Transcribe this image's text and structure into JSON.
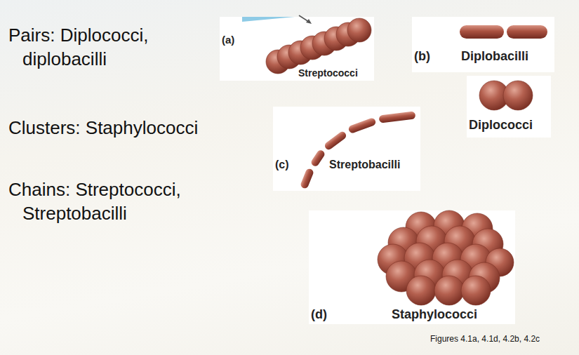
{
  "diagram": {
    "caption": "Figures 4.1a, 4.1d, 4.2b, 4.2c",
    "nodes": [
      {
        "text": [
          "(a)",
          "Streptococci"
        ]
      },
      {
        "text": [
          "(b)",
          "Diplobacilli"
        ]
      },
      {
        "text": [
          "Diplococci"
        ]
      },
      {
        "text": [
          "(c)",
          "Streptobacilli"
        ]
      },
      {
        "text": [
          "(d)",
          "Staphylococci"
        ]
      }
    ],
    "labels": [
      "Pairs: Diplococci, diplobacilli",
      "Clusters: Staphylococci",
      "Chains: Streptococci, Streptobacilli"
    ]
  }
}
